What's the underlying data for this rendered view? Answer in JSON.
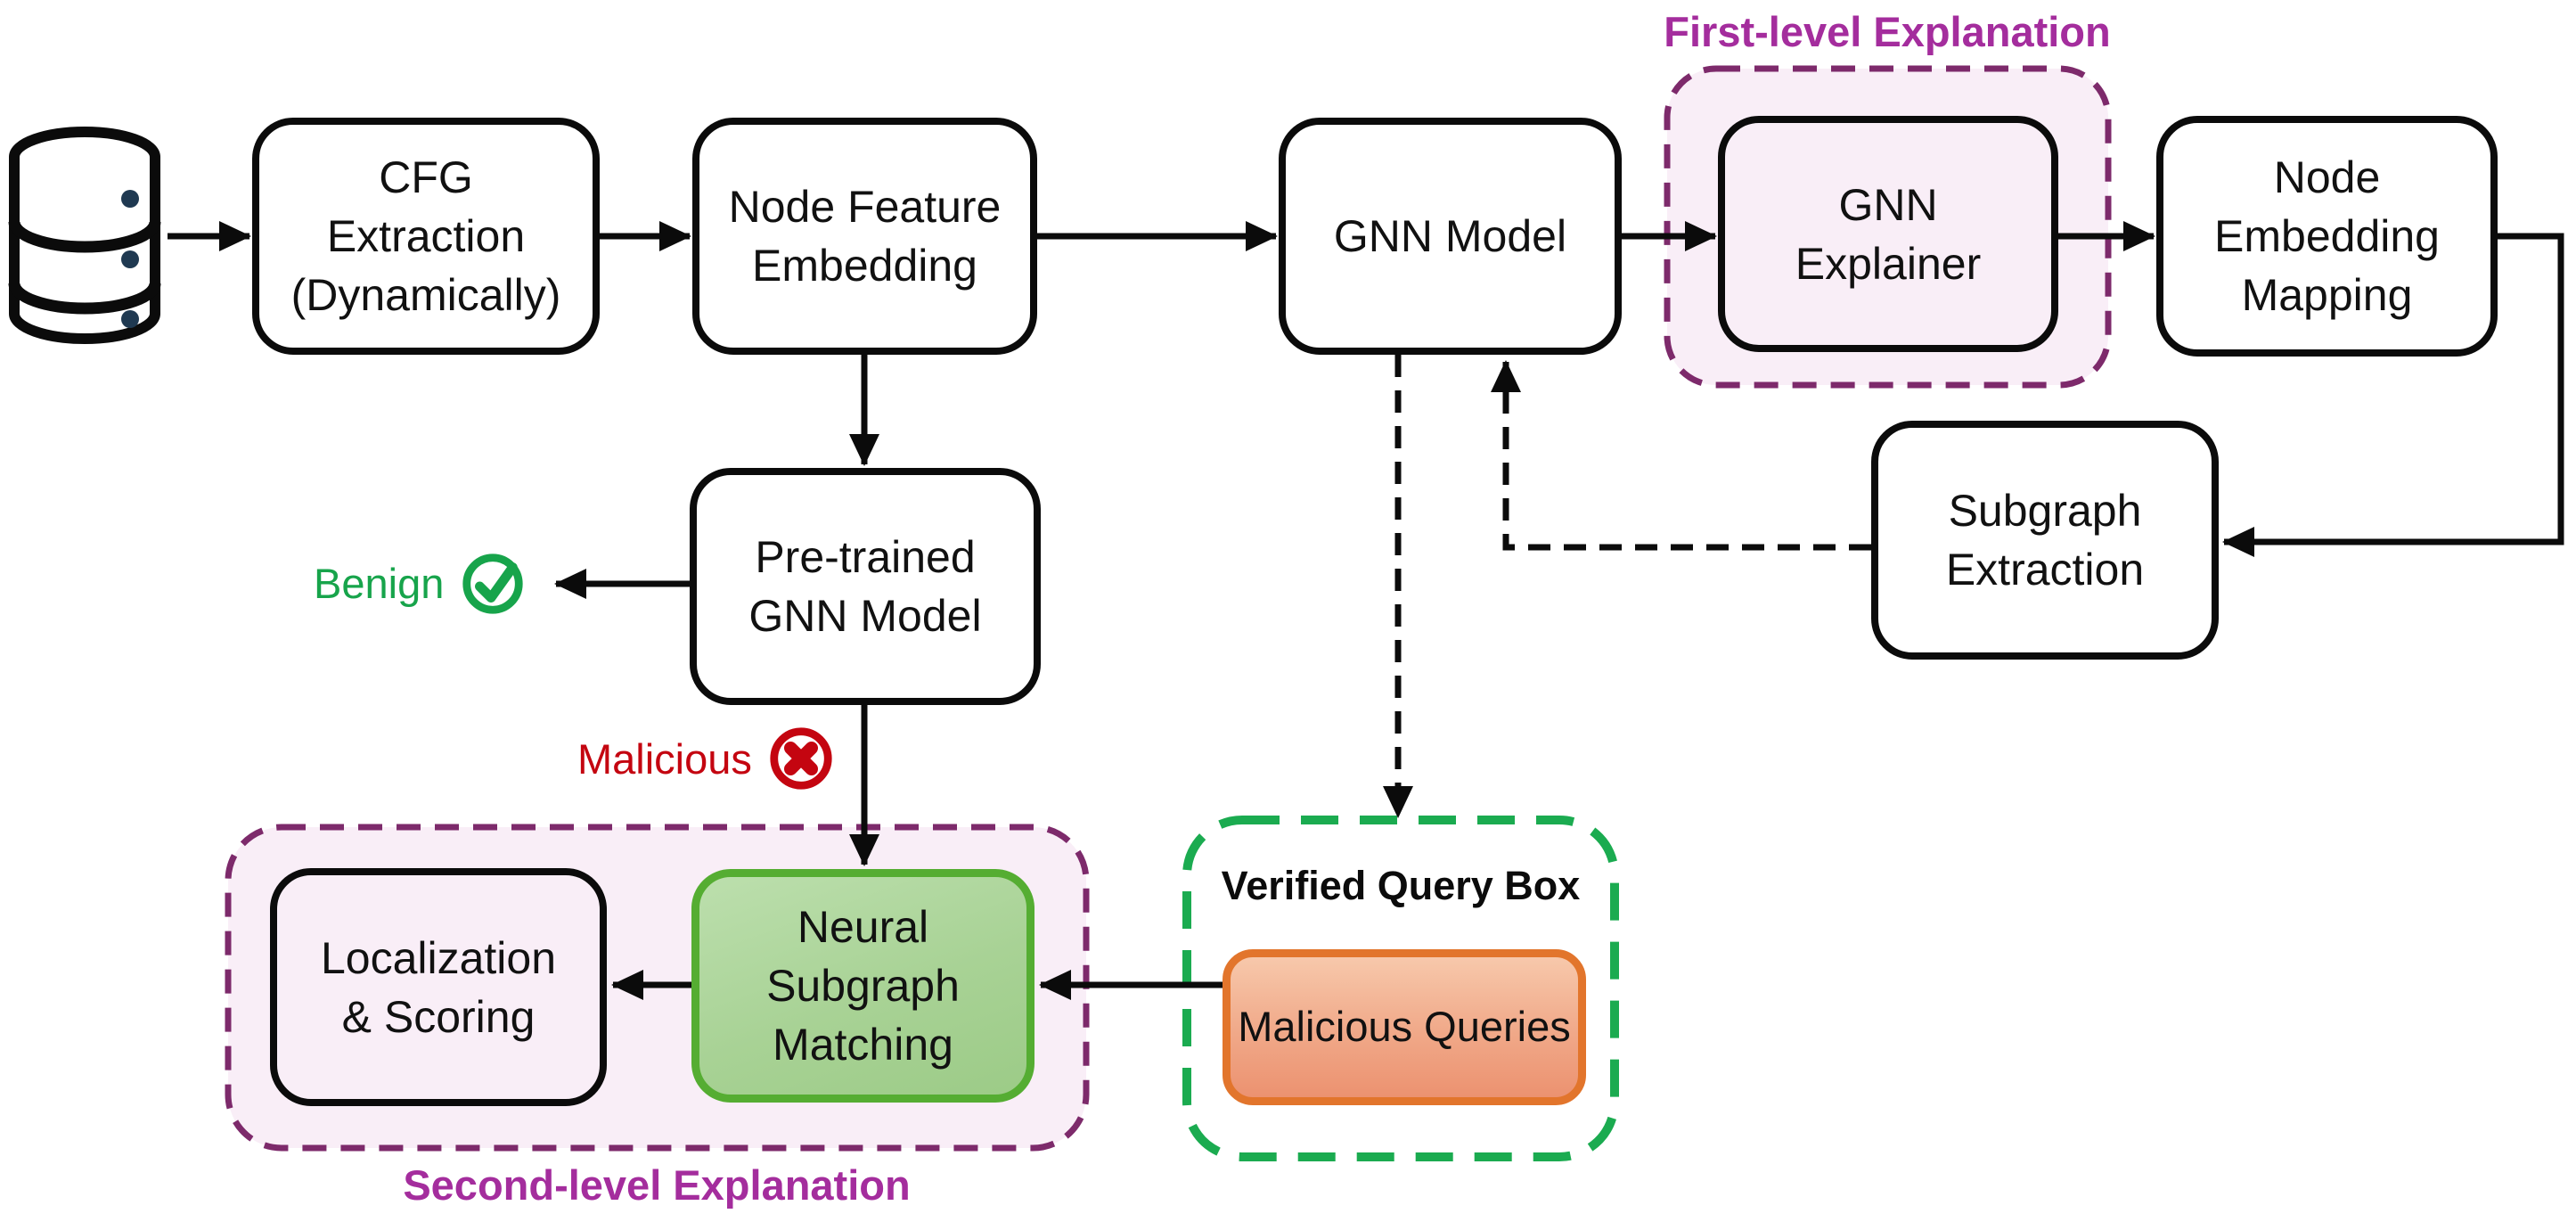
{
  "groups": {
    "first_level": {
      "label": "First-level Explanation"
    },
    "second_level": {
      "label": "Second-level Explanation"
    },
    "verified_query": {
      "label": "Verified Query Box"
    }
  },
  "nodes": {
    "cfg_extraction": {
      "label": "CFG\nExtraction\n(Dynamically)"
    },
    "node_feature_embedding": {
      "label": "Node Feature\nEmbedding"
    },
    "gnn_model": {
      "label": "GNN Model"
    },
    "gnn_explainer": {
      "label": "GNN\nExplainer"
    },
    "node_embedding_mapping": {
      "label": "Node\nEmbedding\nMapping"
    },
    "subgraph_extraction": {
      "label": "Subgraph\nExtraction"
    },
    "pretrained_gnn_model": {
      "label": "Pre-trained\nGNN Model"
    },
    "localization_scoring": {
      "label": "Localization\n& Scoring"
    },
    "neural_subgraph_matching": {
      "label": "Neural\nSubgraph\nMatching"
    },
    "malicious_queries": {
      "label": "Malicious Queries"
    }
  },
  "labels": {
    "benign": "Benign",
    "malicious": "Malicious"
  },
  "icons": {
    "dataset": "database-cylinder-stack",
    "benign": "circled-checkmark",
    "malicious": "circled-x-cross"
  },
  "colors": {
    "box_border": "#0b0b0b",
    "purple_title": "#a42d9d",
    "purple_dash": "#7d2a6b",
    "group_fill": "#f9eef7",
    "green_dash": "#1bab50",
    "benign_green": "#17a44b",
    "malicious_red": "#c40510",
    "nsm_border": "#55ad32",
    "nsm_fill_top": "#bcdfad",
    "nsm_fill_bottom": "#9ccb87",
    "mq_border": "#e2752c",
    "mq_fill_top": "#f7c8ab",
    "mq_fill_bottom": "#ec9270",
    "db_dot": "#1f3951"
  }
}
